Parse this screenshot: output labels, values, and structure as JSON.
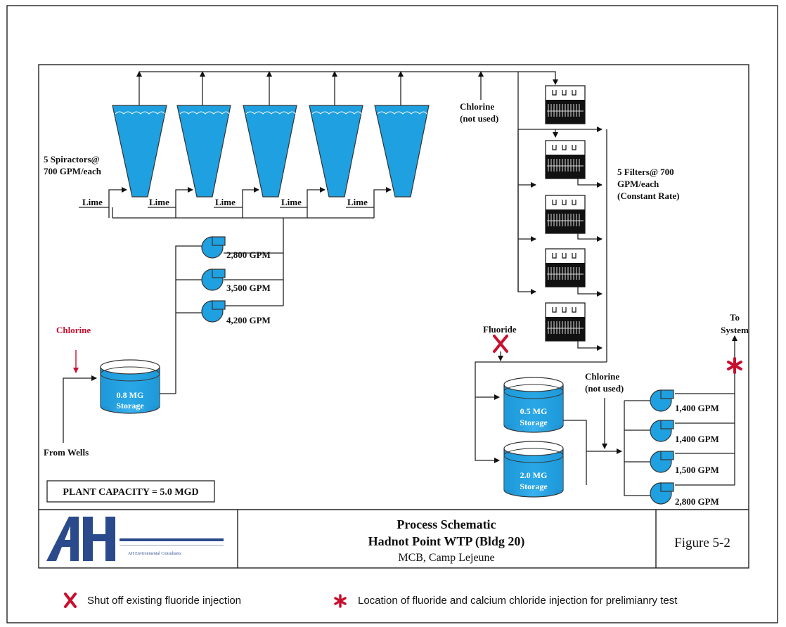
{
  "labels": {
    "spiractors": [
      "5 Spiractors@",
      "700 GPM/each"
    ],
    "lime": "Lime",
    "chlorine_top": [
      "Chlorine",
      "(not used)"
    ],
    "filters": [
      "5 Filters@ 700",
      "GPM/each",
      "(Constant Rate)"
    ],
    "pumps_raw": [
      "2,800 GPM",
      "3,500 GPM",
      "4,200 GPM"
    ],
    "chlorine_left": "Chlorine",
    "storage_raw": [
      "0.8 MG",
      "Storage"
    ],
    "from_wells": "From Wells",
    "capacity": "PLANT CAPACITY = 5.0 MGD",
    "fluoride": "Fluoride",
    "to_system": [
      "To",
      "System"
    ],
    "chlorine_right": [
      "Chlorine",
      "(not used)"
    ],
    "storage_05": [
      "0.5 MG",
      "Storage"
    ],
    "storage_20": [
      "2.0 MG",
      "Storage"
    ],
    "pumps_finished": [
      "1,400 GPM",
      "1,400 GPM",
      "1,500 GPM",
      "2,800 GPM"
    ]
  },
  "title_block": {
    "logo_letters": "AH",
    "logo_caption": "AH Environmental Consultants",
    "title_line1": "Process Schematic",
    "title_line2": "Hadnot Point WTP (Bldg 20)",
    "title_line3": "MCB, Camp Lejeune",
    "figure": "Figure 5-2"
  },
  "legend": {
    "x_symbol": "X",
    "x_text": "Shut off existing fluoride injection",
    "star_symbol": "*",
    "star_text": "Location of fluoride and calcium chloride injection for prelimianry test"
  },
  "colors": {
    "water": "#1fa0e0",
    "accent_red": "#c8102e",
    "logo_blue": "#2a4a8c"
  }
}
